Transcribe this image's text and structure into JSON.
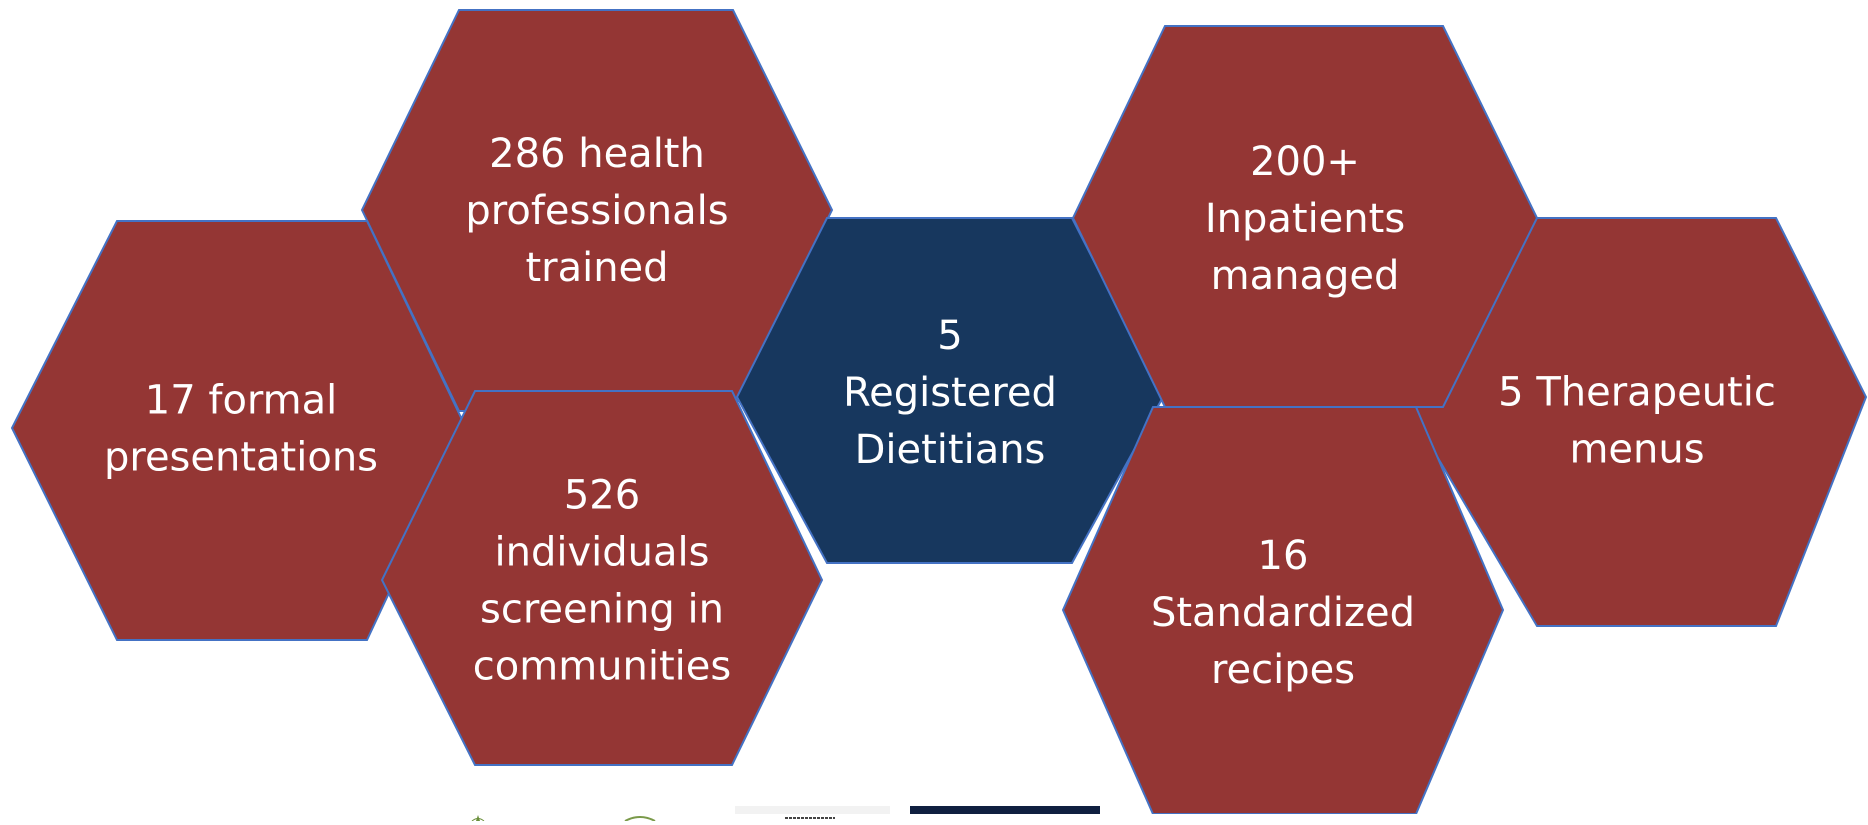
{
  "colors": {
    "maroon_fill": "#943634",
    "navy_fill": "#17375e",
    "outline": "#4472c4",
    "text": "#ffffff"
  },
  "hexagons": [
    {
      "id": "presentations",
      "fill": "maroon",
      "lines": [
        "17 formal",
        "presentations"
      ]
    },
    {
      "id": "health-professionals",
      "fill": "maroon",
      "lines": [
        "286 health",
        "professionals",
        "trained"
      ]
    },
    {
      "id": "individuals-screening",
      "fill": "maroon",
      "lines": [
        "526",
        "individuals",
        "screening in",
        "communities"
      ]
    },
    {
      "id": "registered-dietitians",
      "fill": "navy",
      "lines": [
        "5",
        "Registered",
        "Dietitians"
      ]
    },
    {
      "id": "therapeutic-menus",
      "fill": "maroon",
      "lines": [
        "5 Therapeutic",
        "menus"
      ]
    },
    {
      "id": "inpatients",
      "fill": "maroon",
      "lines": [
        "200+",
        "Inpatients",
        "managed"
      ]
    },
    {
      "id": "standardized-recipes",
      "fill": "maroon",
      "lines": [
        "16",
        "Standardized",
        "recipes"
      ]
    }
  ],
  "partner_logos": [
    "partner-logo-green",
    "partner-logo-seal",
    "partner-logo-dark"
  ]
}
